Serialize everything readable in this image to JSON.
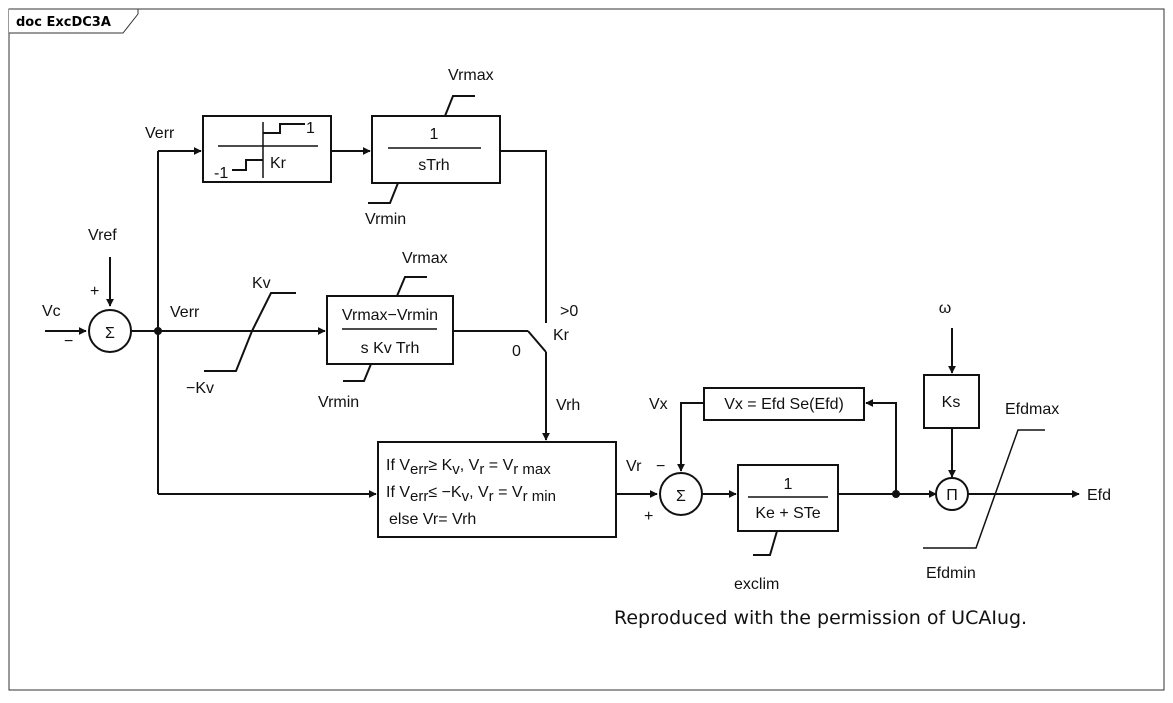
{
  "frame": {
    "tab_label": "doc ExcDC3A",
    "credit": "Reproduced with the permission of UCAIug."
  },
  "diagram": {
    "inputs": {
      "vc": "Vc",
      "vref": "Vref",
      "omega": "ω",
      "plus1": "+",
      "minus1": "−"
    },
    "summer1": {
      "symbol": "Σ"
    },
    "top_path": {
      "verr": "Verr",
      "deadband": {
        "one": "1",
        "neg_one": "-1",
        "gain": "Kr"
      },
      "integrator": {
        "num": "1",
        "den": "sTrh",
        "max": "Vrmax",
        "min": "Vrmin"
      }
    },
    "mid_path": {
      "verr": "Verr",
      "limiter": {
        "kv": "Kv",
        "neg_kv": "−Kv"
      },
      "block": {
        "num": "Vrmax−Vrmin",
        "den": "s Kv Trh",
        "max": "Vrmax",
        "min": "Vrmin"
      }
    },
    "switch": {
      "gt0": ">0",
      "kr": "Kr",
      "zero": "0",
      "out": "Vrh"
    },
    "logic": {
      "line1": {
        "a": "If V",
        "b": "err",
        "c": "≥ K",
        "d": "v",
        "e": ", V",
        "f": "r",
        "g": " = V",
        "h": "r max"
      },
      "line2": {
        "a": "If V",
        "b": "err",
        "c": "≤ −K",
        "d": "v",
        "e": ", V",
        "f": "r",
        "g": " = V",
        "h": "r min"
      },
      "line3": "else  Vr=  Vrh"
    },
    "summer2": {
      "symbol": "Σ",
      "vr": "Vr",
      "minus": "−",
      "plus": "+",
      "vx": "Vx"
    },
    "exciter": {
      "num": "1",
      "den": "Ke + STe",
      "lim": "exclim"
    },
    "feedback": {
      "text": "Vx = Efd Se(Efd)"
    },
    "ks": {
      "label": "Ks"
    },
    "product": {
      "symbol": "Π"
    },
    "output": {
      "efd": "Efd",
      "efdmax": "Efdmax",
      "efdmin": "Efdmin"
    }
  }
}
